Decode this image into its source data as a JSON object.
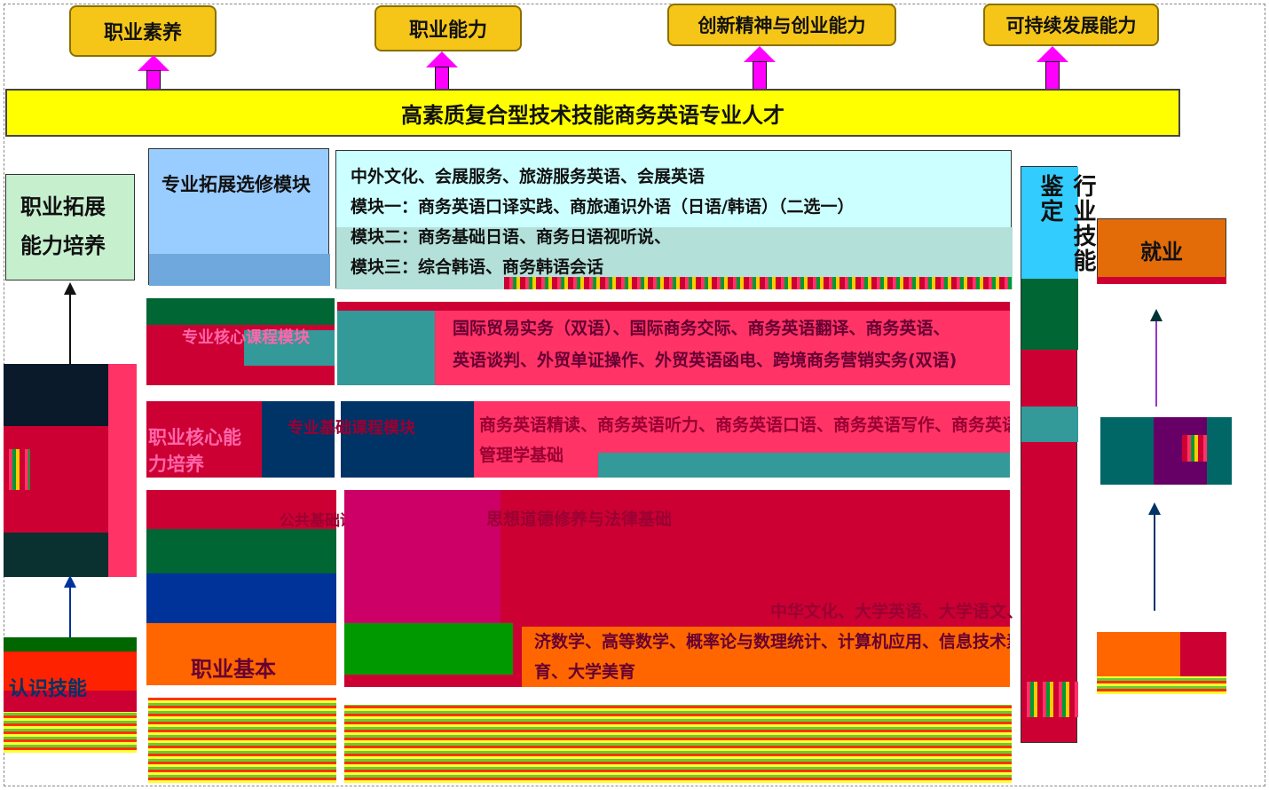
{
  "goals": [
    "职业素养",
    "职业能力",
    "创新精神与创业能力",
    "可持续发展能力"
  ],
  "banner": "高素质复合型技术技能商务英语专业人才",
  "left_labels": {
    "extension": "职业拓展能力培养",
    "core": "职业核心能力培养",
    "basic": "职业基本",
    "foundation": "认识技能"
  },
  "modules": {
    "elective_title": "专业拓展选修模块",
    "elective_lines": [
      "中外文化、会展服务、旅游服务英语、会展英语",
      "模块一：商务英语口译实践、商旅通识外语（日语/韩语）（二选一）",
      "模块二：商务基础日语、商务日语视听说、",
      "模块三：综合韩语、商务韩语会话"
    ],
    "core_title": "专业核心课程模块",
    "core_lines": [
      "国际贸易实务（双语）、国际商务交际、商务英语翻译、商务英语、",
      "英语谈判、外贸单证操作、外贸英语函电、跨境商务营销实务(双语)"
    ],
    "basic_title": "专业基础课程模块",
    "basic_lines": [
      "商务英语精读、商务英语听力、商务英语口语、商务英语写作、商务英语",
      "管理学基础"
    ],
    "public_title": "公共基础课程模块",
    "public_lines": [
      "思想道德修养与法律基础",
      "中华文化、大学英语、大学语文、应用",
      "济数学、高等数学、概率论与数理统计、计算机应用、信息技术素养、安全教",
      "育、大学美育"
    ]
  },
  "right": {
    "industry": "行业技能鉴定",
    "employment": "就业"
  },
  "colors": {
    "goal": "#f5c518",
    "arrow": "#ff00ff",
    "banner": "#ffff00",
    "extension_box": "#c6efce",
    "elective_title_box": "#99ccff",
    "elective_box": "#ccffff",
    "industry_box": "#33ccff",
    "employment_box": "#e36c09",
    "corrupt_magenta": "#ff3366",
    "corrupt_red": "#cc0033"
  }
}
